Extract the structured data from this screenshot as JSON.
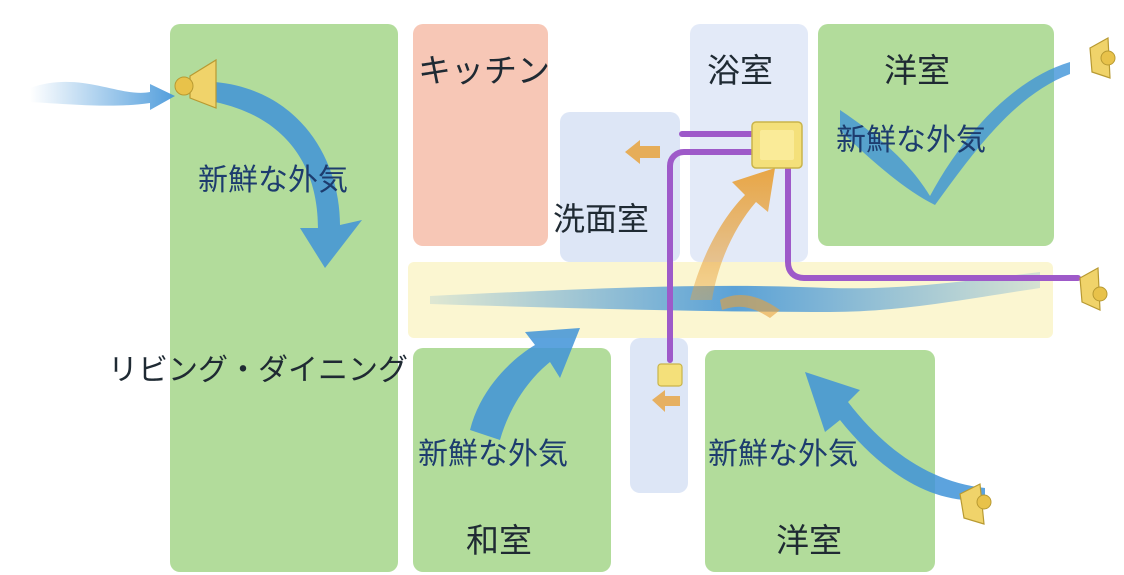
{
  "rooms": {
    "living_dining": "リビング・ダイニング",
    "kitchen": "キッチン",
    "bathroom": "浴室",
    "washroom": "洗面室",
    "western_room_top": "洋室",
    "japanese_room": "和室",
    "western_room_bottom": "洋室"
  },
  "airflow_label": "新鮮な外気",
  "colors": {
    "room_green": "#a5d68a",
    "kitchen_pink": "#f7c7b6",
    "washroom_blue": "#dde6f6",
    "hallway_yellow": "#fbf5cc",
    "fresh_air_blue": "#3f93d8",
    "exhaust_orange": "#e8a23c",
    "duct_purple": "#9e5ac9",
    "vent_yellow": "#f4e07a"
  },
  "icons": [
    "intake-vent-icon",
    "exhaust-vent-icon",
    "ventilation-fan-icon",
    "fresh-air-arrow-icon",
    "exhaust-air-arrow-icon",
    "duct-icon"
  ]
}
